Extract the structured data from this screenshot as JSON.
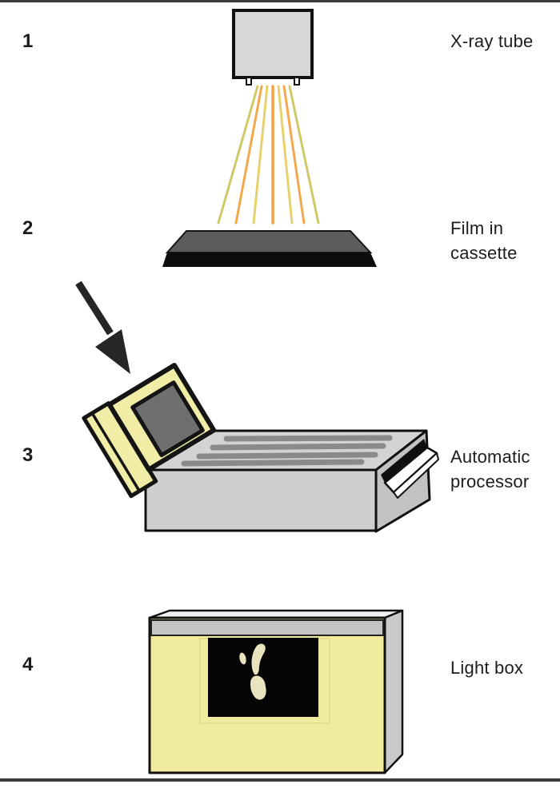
{
  "diagram": {
    "kind": "x-ray film processing sequence",
    "steps": [
      {
        "number": "1",
        "label": "X-ray tube",
        "icon": "xray-tube-icon"
      },
      {
        "number": "2",
        "label": "Film in cassette",
        "icon": "film-cassette-icon"
      },
      {
        "number": "3",
        "label": "Automatic processor",
        "icon": "automatic-processor-icon"
      },
      {
        "number": "4",
        "label": "Light box",
        "icon": "light-box-icon"
      }
    ],
    "colors": {
      "beam_orange": "#f5a33c",
      "beam_yellow": "#d9cf63",
      "cassette_yellow": "#f2eda6",
      "lightbox_yellow": "#f1eb9e",
      "device_gray": "#d3d3d3",
      "cassette_top_gray": "#5c5c5c",
      "film_black": "#0c0c0c",
      "bone_cream": "#e9e4bd",
      "rule_line": "#3a3a42"
    }
  }
}
